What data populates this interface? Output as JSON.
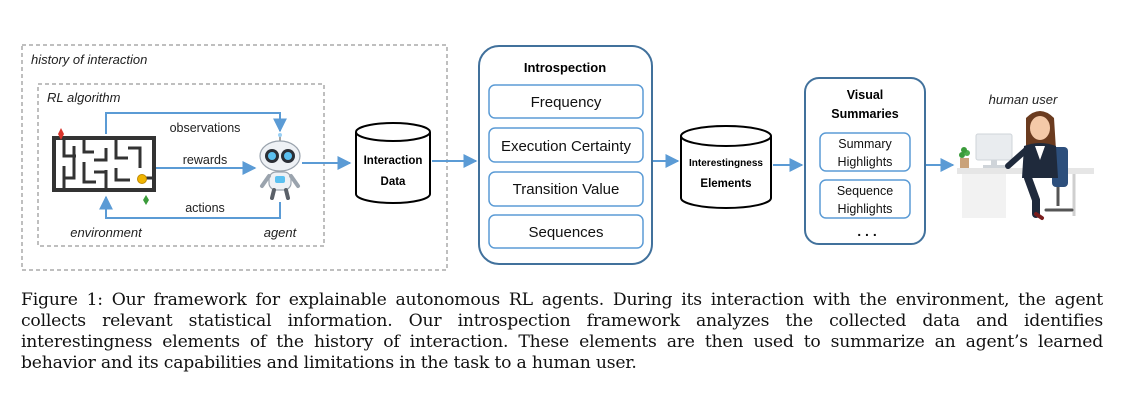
{
  "history": {
    "label": "history of interaction"
  },
  "rl": {
    "label": "RL algorithm",
    "observations": "observations",
    "rewards": "rewards",
    "actions": "actions",
    "environment": "environment",
    "agent": "agent"
  },
  "interaction_data": {
    "line1": "Interaction",
    "line2": "Data"
  },
  "introspection": {
    "title": "Introspection",
    "items": [
      "Frequency",
      "Execution Certainty",
      "Transition Value",
      "Sequences"
    ]
  },
  "interestingness": {
    "line1": "Interestingness",
    "line2": "Elements"
  },
  "visual_summaries": {
    "title1": "Visual",
    "title2": "Summaries",
    "items": [
      {
        "line1": "Summary",
        "line2": "Highlights"
      },
      {
        "line1": "Sequence",
        "line2": "Highlights"
      }
    ],
    "ellipsis": ". . ."
  },
  "human_user": {
    "label": "human user"
  },
  "caption": "Figure 1: Our framework for explainable autonomous RL agents. During its interaction with the environment, the agent collects relevant statistical information. Our introspection framework analyzes the collected data and identifies interestingness elements of the history of interaction. These elements are then used to summarize an agent’s learned behavior and its capabilities and limitations in the task to a human user.",
  "colors": {
    "accent": "#5b9bd5",
    "frame": "#41719c",
    "dashed": "#7f7f7f"
  }
}
